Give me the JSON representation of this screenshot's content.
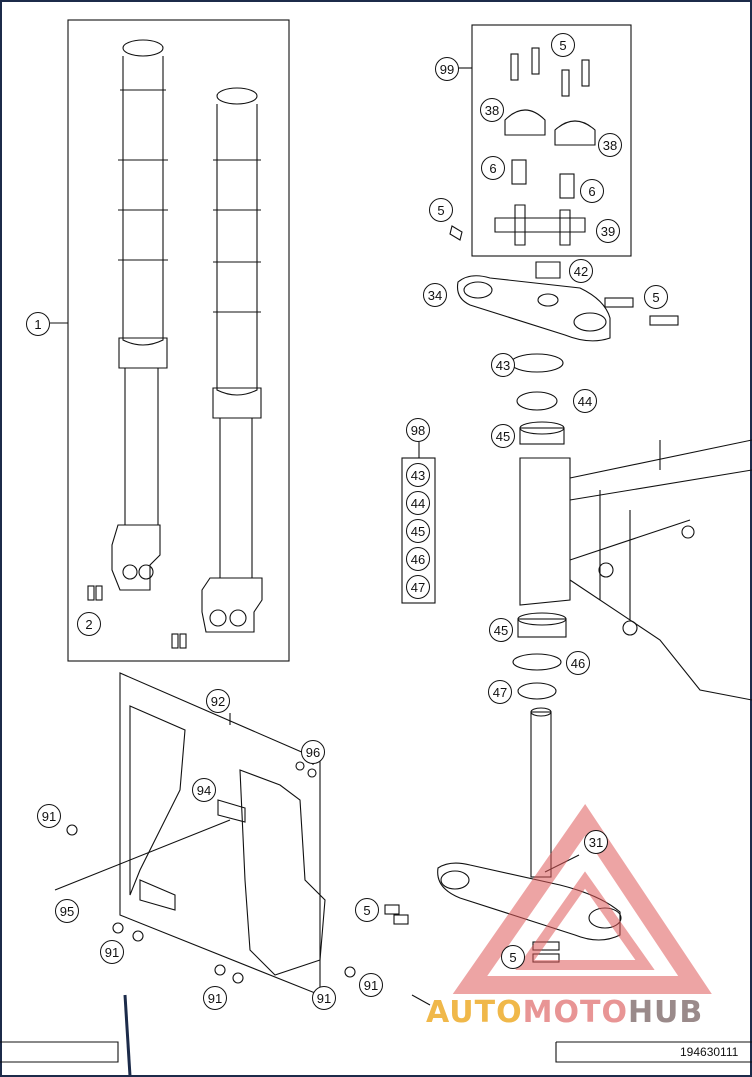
{
  "diagram": {
    "callouts": {
      "c1": "1",
      "c2": "2",
      "c99": "99",
      "c5a": "5",
      "c38a": "38",
      "c38b": "38",
      "c6a": "6",
      "c6b": "6",
      "c5b": "5",
      "c39": "39",
      "c42": "42",
      "c34": "34",
      "c5c": "5",
      "c43": "43",
      "c44": "44",
      "c45a": "45",
      "c98": "98",
      "k43": "43",
      "k44": "44",
      "k45": "45",
      "k46": "46",
      "k47": "47",
      "c45b": "45",
      "c46": "46",
      "c47": "47",
      "c92": "92",
      "c96": "96",
      "c94": "94",
      "c91a": "91",
      "c95": "95",
      "c91b": "91",
      "c31": "31",
      "c5d": "5",
      "c5e": "5",
      "c91c": "91",
      "c91d": "91",
      "c91e": "91"
    },
    "document_number": "194630111",
    "watermark": {
      "part1": "AUTO",
      "part2": "MOTO",
      "part3": "HUB"
    }
  }
}
